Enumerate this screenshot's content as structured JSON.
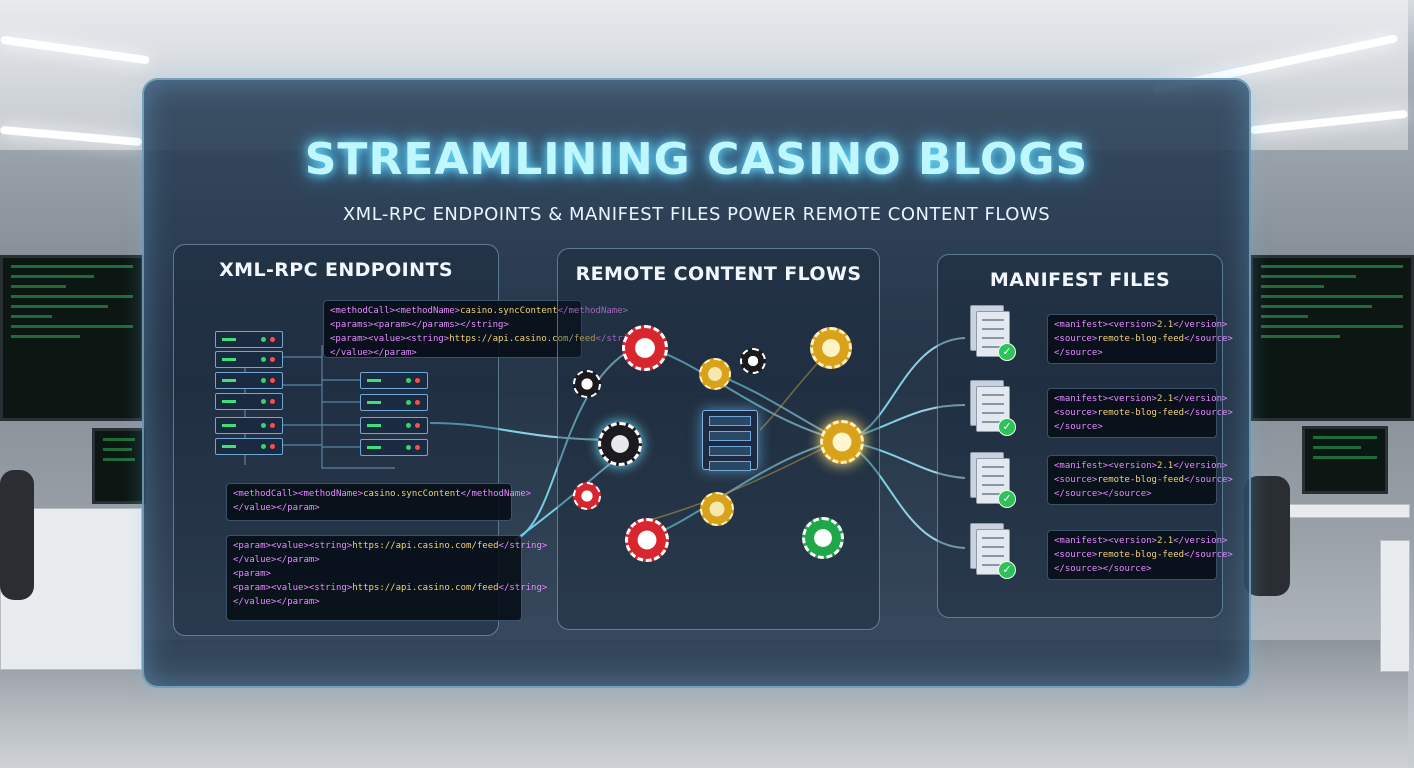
{
  "title": "STREAMLINING CASINO BLOGS",
  "subtitle": "XML-RPC ENDPOINTS & MANIFEST FILES POWER REMOTE CONTENT FLOWS",
  "sections": {
    "endpoints": {
      "title": "XML-RPC ENDPOINTS",
      "code_top": [
        "<methodCall><methodName>casino.syncContent</methodName>",
        "<params><param></params></string>",
        "<param><value><string>https://api.casino.com/feed</string>",
        "</value></param>"
      ],
      "code_mid": [
        "<methodCall><methodName>casino.syncContent</methodName>",
        "</value></param>"
      ],
      "code_bottom": [
        "<param><value><string>https://api.casino.com/feed</string>",
        "</value></param>",
        "<param>",
        "<param><value><string>https://api.casino.com/feed</string>",
        "</value></param>"
      ]
    },
    "flows": {
      "title": "REMOTE CONTENT FLOWS"
    },
    "manifest": {
      "title": "MANIFEST FILES",
      "snippets": [
        [
          "<manifest><version>2.1</version>",
          "<source>remote-blog-feed</source>",
          "</source>"
        ],
        [
          "<manifest><version>2.1</version>",
          "<source>remote-blog-feed</source>",
          "</source>"
        ],
        [
          "<manifest><version>2.1</version>",
          "<source>remote-blog-feed</source>",
          "</source></source>"
        ],
        [
          "<manifest><version>2.1</version>",
          "<source>remote-blog-feed</source>",
          "</source></source>"
        ]
      ]
    }
  },
  "icons": {
    "server": "server-rack-icon",
    "document": "manifest-document-icon",
    "check": "check-circle-icon",
    "chip": "casino-chip-icon"
  },
  "colors": {
    "accent_glow": "#6fe3ff",
    "code_text": "#f0d27a",
    "code_tag": "#e58cff",
    "check": "#2fc15a",
    "chip_red": "#d8262e",
    "chip_gold": "#d9a21b",
    "chip_black": "#1b1b1f",
    "chip_green": "#1fa84a"
  }
}
